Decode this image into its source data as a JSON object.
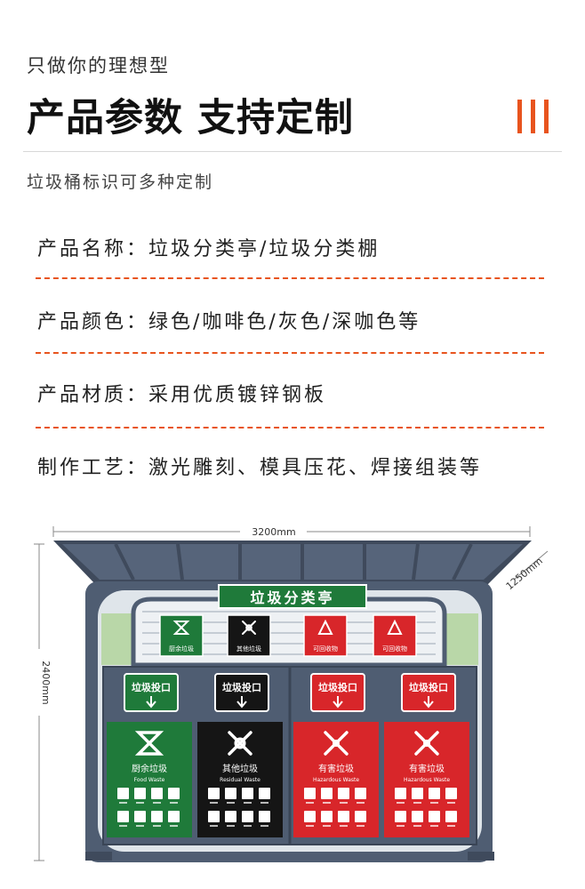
{
  "header": {
    "slogan": "只做你的理想型",
    "headline": "产品参数 支持定制",
    "accent_color": "#e8541e"
  },
  "note": "垃圾桶标识可多种定制",
  "specs": [
    "产品名称：垃圾分类亭/垃圾分类棚",
    "产品颜色：绿色/咖啡色/灰色/深咖色等",
    "产品材质：采用优质镀锌钢板",
    "制作工艺：激光雕刻、模具压花、焊接组装等"
  ],
  "diagram": {
    "width_label": "3200mm",
    "height_label": "2400mm",
    "depth_label": "1250mm",
    "sign_title": "垃圾分类亭",
    "slot_label": "垃圾投口",
    "colors": {
      "frame": "#4f5d72",
      "green": "#1f7a3a",
      "black": "#151515",
      "red": "#d8262a"
    },
    "small_signs": [
      {
        "label": "厨余垃圾",
        "color": "#1f7a3a",
        "icon": "food-waste-icon"
      },
      {
        "label": "其他垃圾",
        "color": "#151515",
        "icon": "residual-waste-icon"
      },
      {
        "label": "可回收物",
        "color": "#d8262a",
        "icon": "recyclable-icon"
      },
      {
        "label": "可回收物",
        "color": "#d8262a",
        "icon": "recyclable-icon"
      }
    ],
    "bins": [
      {
        "title": "厨余垃圾",
        "subtitle": "Food Waste",
        "color": "#1f7a3a",
        "icon": "food-waste-icon"
      },
      {
        "title": "其他垃圾",
        "subtitle": "Residual Waste",
        "color": "#151515",
        "icon": "residual-waste-icon"
      },
      {
        "title": "有害垃圾",
        "subtitle": "Hazardous Waste",
        "color": "#d8262a",
        "icon": "hazardous-waste-icon"
      },
      {
        "title": "有害垃圾",
        "subtitle": "Hazardous Waste",
        "color": "#d8262a",
        "icon": "hazardous-waste-icon"
      }
    ]
  }
}
